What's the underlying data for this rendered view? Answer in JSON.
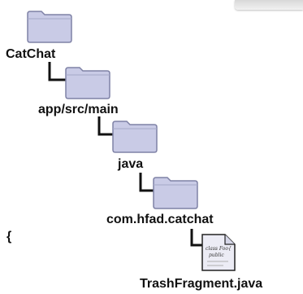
{
  "tree": {
    "nodes": [
      {
        "name": "CatChat",
        "kind": "folder"
      },
      {
        "name": "app/src/main",
        "kind": "folder"
      },
      {
        "name": "java",
        "kind": "folder"
      },
      {
        "name": "com.hfad.catchat",
        "kind": "folder"
      },
      {
        "name": "TrashFragment.java",
        "kind": "file"
      }
    ],
    "file_icon_text": [
      "class Foo{",
      "public"
    ]
  },
  "code_snippet": "{",
  "colors": {
    "folder_fill": "#c9cbe6",
    "folder_stroke": "#7f82a6",
    "connector": "#111111",
    "text": "#111111"
  }
}
